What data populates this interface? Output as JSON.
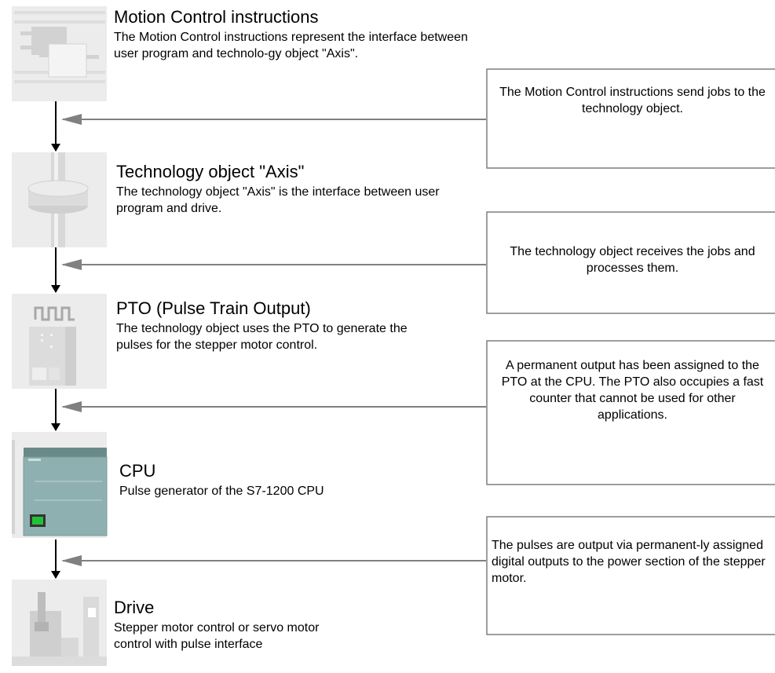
{
  "blocks": [
    {
      "id": "motion",
      "title": "Motion Control instructions",
      "description": "The Motion Control instructions represent the interface between user program and technolo-gy object \"Axis\".",
      "icon": "motion-control-blocks-icon"
    },
    {
      "id": "axis",
      "title": "Technology object \"Axis\"",
      "description": "The technology object \"Axis\" is the interface between user program and drive.",
      "icon": "axis-object-icon"
    },
    {
      "id": "pto",
      "title": "PTO (Pulse Train Output)",
      "description": "The technology object uses the PTO to generate the pulses for the stepper motor control.",
      "icon": "pulse-train-icon"
    },
    {
      "id": "cpu",
      "title": "CPU",
      "description": "Pulse generator of the S7-1200 CPU",
      "icon": "cpu-module-icon"
    },
    {
      "id": "drive",
      "title": "Drive",
      "description": "Stepper motor control or servo motor control with pulse interface",
      "icon": "drive-icon"
    }
  ],
  "notes": [
    {
      "id": "n1",
      "text": "The Motion Control instructions send jobs to the technology object."
    },
    {
      "id": "n2",
      "text": "The technology object receives the jobs and processes them."
    },
    {
      "id": "n3",
      "text": "A permanent output has been assigned to the PTO at the CPU. The PTO also occupies a fast counter that cannot be used for other applications."
    },
    {
      "id": "n4",
      "text": "The pulses are output via permanent-ly assigned digital outputs to the power section of the stepper motor."
    }
  ],
  "colors": {
    "bracket": "#7f7f7f",
    "arrow_gray": "#808080",
    "arrow_black": "#000000",
    "icon_bg": "#e9e9e9",
    "icon_shape": "#cfcfcf",
    "cpu_led": "#21c23a"
  }
}
